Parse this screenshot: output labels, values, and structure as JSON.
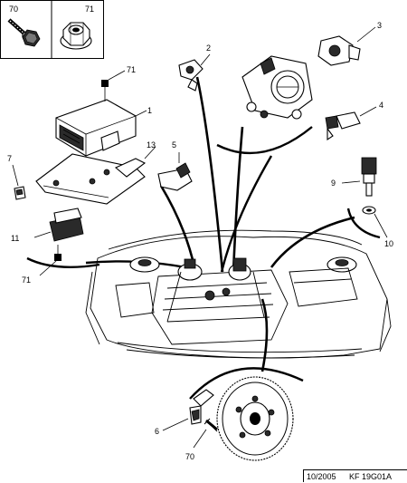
{
  "legend": {
    "fasteners": [
      {
        "number": "70",
        "icon": "bolt-with-washer-icon"
      },
      {
        "number": "71",
        "icon": "flanged-nut-icon"
      }
    ]
  },
  "callouts": {
    "c1": "1",
    "c2": "2",
    "c3": "3",
    "c4": "4",
    "c5": "5",
    "c6": "6",
    "c7": "7",
    "c9": "9",
    "c10": "10",
    "c11": "11",
    "c13": "13",
    "c70_bottom": "70",
    "c71_top": "71",
    "c71_bottom": "71"
  },
  "footer": {
    "date": "10/2005",
    "reference": "KF 19G01A"
  }
}
